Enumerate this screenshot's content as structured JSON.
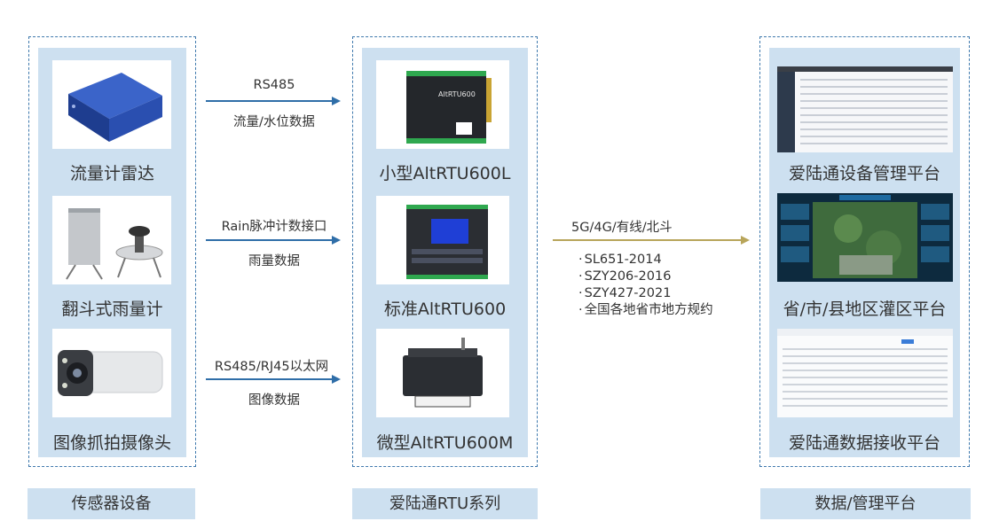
{
  "columns": {
    "sensors": {
      "items": [
        {
          "label": "流量计雷达",
          "icon": "radar-device-image"
        },
        {
          "label": "翻斗式雨量计",
          "icon": "rain-gauge-image"
        },
        {
          "label": "图像抓拍摄像头",
          "icon": "camera-image"
        }
      ],
      "footer": "传感器设备"
    },
    "rtu": {
      "items": [
        {
          "label": "小型AltRTU600L",
          "icon": "rtu-small-image",
          "device_text": "AltRTU600"
        },
        {
          "label": "标准AltRTU600",
          "icon": "rtu-standard-image"
        },
        {
          "label": "微型AltRTU600M",
          "icon": "rtu-micro-image"
        }
      ],
      "footer": "爱陆通RTU系列"
    },
    "platforms": {
      "items": [
        {
          "label": "爱陆通设备管理平台",
          "icon": "device-management-screenshot"
        },
        {
          "label": "省/市/县地区灌区平台",
          "icon": "irrigation-platform-screenshot"
        },
        {
          "label": "爱陆通数据接收平台",
          "icon": "data-receiving-screenshot"
        }
      ],
      "footer": "数据/管理平台"
    }
  },
  "connections": [
    {
      "top": "RS485",
      "bottom": "流量/水位数据"
    },
    {
      "top": "Rain脉冲计数接口",
      "bottom": "雨量数据"
    },
    {
      "top": "RS485/RJ45以太网",
      "bottom": "图像数据"
    }
  ],
  "network": {
    "label": "5G/4G/有线/北斗",
    "standards": [
      "SL651-2014",
      "SZY206-2016",
      "SZY427-2021",
      "全国各地省市地方规约"
    ]
  },
  "colors": {
    "border": "#3f79ad",
    "panel": "#cde0f0",
    "arrow_blue": "#2f6ea8",
    "arrow_gold": "#b8a55a"
  }
}
